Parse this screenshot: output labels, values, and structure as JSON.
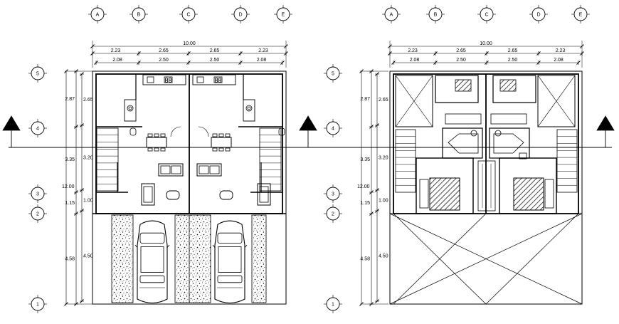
{
  "grid_columns": [
    "A",
    "B",
    "C",
    "D",
    "E"
  ],
  "grid_rows": [
    "5",
    "4",
    "3",
    "2",
    "1"
  ],
  "dimensions": {
    "overall_width": "10.00",
    "upper_row": [
      "2.23",
      "2.65",
      "2.65",
      "2.23"
    ],
    "lower_row": [
      "2.08",
      "2.50",
      "2.50",
      "2.08"
    ],
    "overall_depth": "12.00",
    "left_outer": [
      "2.87",
      "3.35",
      "1.15",
      "4.58"
    ],
    "left_inner": [
      "2.65",
      "3.20",
      "1.00",
      "4.50"
    ]
  },
  "plans": [
    {
      "id": "ground-floor"
    },
    {
      "id": "upper-floor"
    }
  ]
}
